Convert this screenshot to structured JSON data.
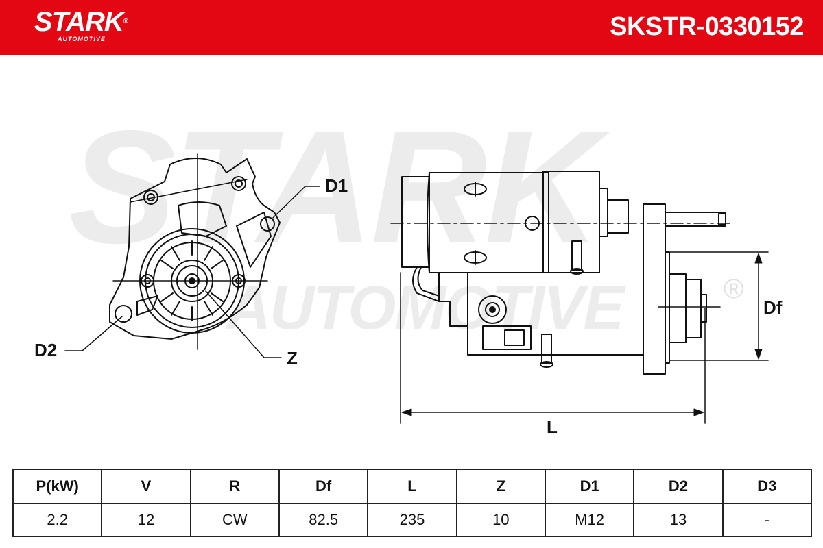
{
  "brand": {
    "name": "STARK",
    "registered": "®",
    "subtitle": "AUTOMOTIVE",
    "color": "#e30613"
  },
  "part_number": "SKSTR-0330152",
  "drawing": {
    "labels": {
      "d1": "D1",
      "d2": "D2",
      "z": "Z",
      "df": "Df",
      "l": "L"
    }
  },
  "specs": {
    "headers": [
      "P(kW)",
      "V",
      "R",
      "Df",
      "L",
      "Z",
      "D1",
      "D2",
      "D3"
    ],
    "values": [
      "2.2",
      "12",
      "CW",
      "82.5",
      "235",
      "10",
      "M12",
      "13",
      "-"
    ]
  }
}
